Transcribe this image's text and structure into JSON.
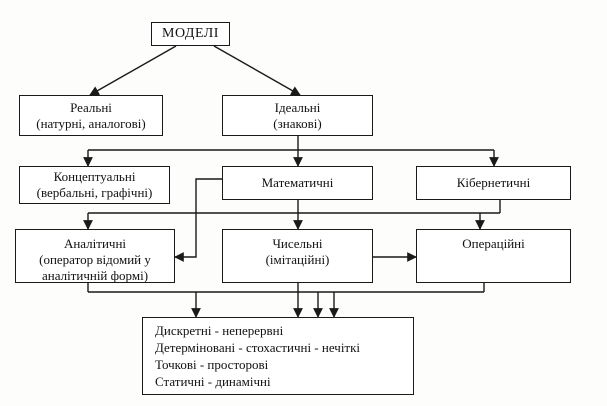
{
  "root": {
    "label": "МОДЕЛІ"
  },
  "real": {
    "line1": "Реальні",
    "line2": "(натурні, аналогові)"
  },
  "ideal": {
    "line1": "Ідеальні",
    "line2": "(знакові)"
  },
  "conceptual": {
    "line1": "Концептуальні",
    "line2": "(вербальні, графічні)"
  },
  "mathematical": {
    "label": "Математичні"
  },
  "cybernetic": {
    "label": "Кібернетичні"
  },
  "analytical": {
    "line1": "Аналітичні",
    "line2": "(оператор відомий у",
    "line3": "аналітичній формі)"
  },
  "numerical": {
    "line1": "Чисельні",
    "line2": "(імітаційні)"
  },
  "operational": {
    "label": "Операційні"
  },
  "categories": {
    "item1": "Дискретні - неперервні",
    "item2": "Детерміновані - стохастичні - нечіткі",
    "item3": "Точкові - просторові",
    "item4": "Статичні - динамічні"
  }
}
